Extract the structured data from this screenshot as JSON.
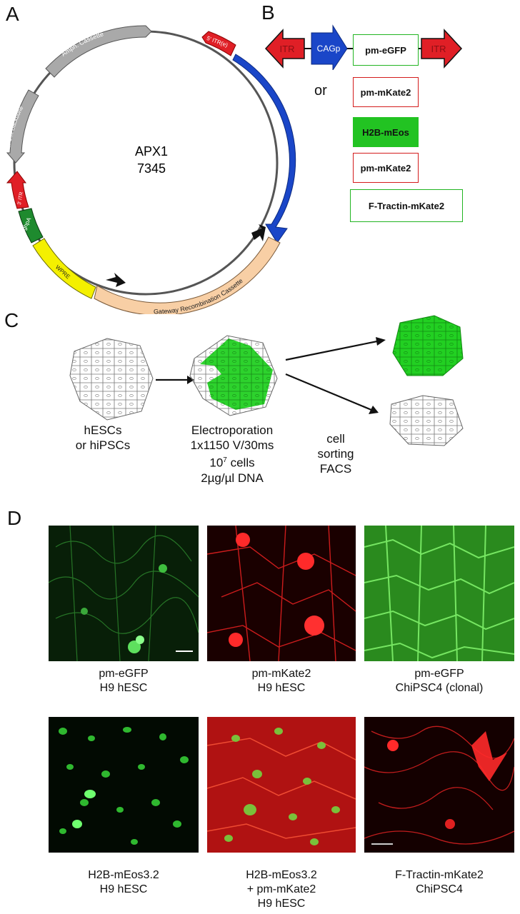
{
  "panels": {
    "a": "A",
    "b": "B",
    "c": "C",
    "d": "D"
  },
  "plasmid": {
    "name": "APX1",
    "size": "7345",
    "features": {
      "amph": "Amph. Cassette",
      "itr5": "5' ITR(e)",
      "cag": "CAG",
      "backbone": "E. Coli Backbone",
      "itr3": "3' ITR",
      "bghpa": "bghpA",
      "wpre": "WPRE",
      "gateway": "Gateway Recombination Cassette"
    }
  },
  "construct": {
    "itr_left": "ITR",
    "promoter": "CAGp",
    "insert_main": "pm-eGFP",
    "itr_right": "ITR",
    "or_label": "or",
    "alternatives": [
      "pm-mKate2",
      "H2B-mEos",
      "pm-mKate2",
      "F-Tractin-mKate2"
    ]
  },
  "workflow": {
    "start_label": [
      "hESCs",
      "or hiPSCs"
    ],
    "electroporation": [
      "Electroporation",
      "1x1150 V/30ms",
      "cells",
      "2µg/µl DNA"
    ],
    "cells_base": "10",
    "cells_exp": "7",
    "sorting": [
      "cell",
      "sorting",
      "FACS"
    ]
  },
  "micrographs": [
    {
      "caption": [
        "pm-eGFP",
        "H9 hESC"
      ]
    },
    {
      "caption": [
        "pm-mKate2",
        "H9 hESC"
      ]
    },
    {
      "caption": [
        "pm-eGFP",
        "ChiPSC4 (clonal)"
      ]
    },
    {
      "caption": [
        "H2B-mEos3.2",
        "H9 hESC"
      ]
    },
    {
      "caption": [
        "H2B-mEos3.2",
        "+ pm-mKate2",
        "H9 hESC"
      ]
    },
    {
      "caption": [
        "F-Tractin-mKate2",
        "ChiPSC4"
      ]
    }
  ],
  "colors": {
    "itr_red": "#e01f26",
    "cag_blue": "#1a46c8",
    "gfp_green": "#22c322",
    "mkate_red": "#d41c1c",
    "wpre_yellow": "#f4f000",
    "gateway_peach": "#f8cfa5",
    "backbone_gray": "#9a9a9a",
    "bghpa_green": "#1e8a2e"
  }
}
